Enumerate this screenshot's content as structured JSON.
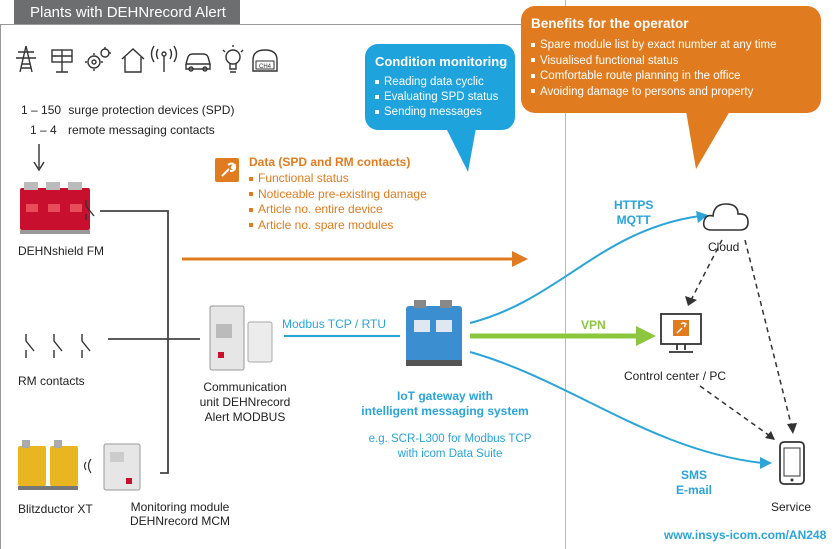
{
  "title": "Plants with DEHNrecord Alert",
  "icons": [
    "power-pylon-icon",
    "solar-panel-icon",
    "industrial-gears-icon",
    "house-icon",
    "radio-tower-icon",
    "car-charging-icon",
    "lightbulb-icon",
    "gas-pipeline-icon"
  ],
  "icons_gas_label": "CH4",
  "spd": {
    "line1_num": "1 – 150",
    "line1_text": "surge protection devices (SPD)",
    "line2_num": "1 – 4",
    "line2_text": "remote messaging contacts"
  },
  "condition_monitoring": {
    "heading": "Condition monitoring",
    "items": [
      "Reading data cyclic",
      "Evaluating SPD status",
      "Sending messages"
    ]
  },
  "benefits": {
    "heading": "Benefits for the operator",
    "items": [
      "Spare module list by exact number at any time",
      "Visualised functional status",
      "Comfortable route planning in the office",
      "Avoiding damage to persons and property"
    ]
  },
  "data_block": {
    "heading": "Data (SPD and RM contacts)",
    "items": [
      "Functional status",
      "Noticeable pre-existing damage",
      "Article no. entire device",
      "Article no. spare modules"
    ]
  },
  "labels": {
    "dehnshield": "DEHNshield FM",
    "rm_contacts": "RM contacts",
    "blitzductor": "Blitzductor XT",
    "mcm_line1": "Monitoring module",
    "mcm_line2": "DEHNrecord MCM",
    "comm_line1": "Communication",
    "comm_line2": "unit DEHNrecord",
    "comm_line3": "Alert MODBUS",
    "modbus": "Modbus TCP / RTU",
    "gateway_line1": "IoT gateway with",
    "gateway_line2": "intelligent messaging system",
    "example_line1": "e.g. SCR-L300 for Modbus TCP",
    "example_line2": "with icom Data Suite",
    "https": "HTTPS",
    "mqtt": "MQTT",
    "cloud": "Cloud",
    "vpn": "VPN",
    "control_center": "Control center / PC",
    "sms": "SMS",
    "email": "E-mail",
    "service": "Service",
    "url": "www.insys-icom.com/AN248"
  },
  "colors": {
    "orange": "#e07c1f",
    "blue": "#2aa4d9",
    "green": "#8cc63f",
    "grey": "#6d6e70",
    "dark": "#333333"
  }
}
